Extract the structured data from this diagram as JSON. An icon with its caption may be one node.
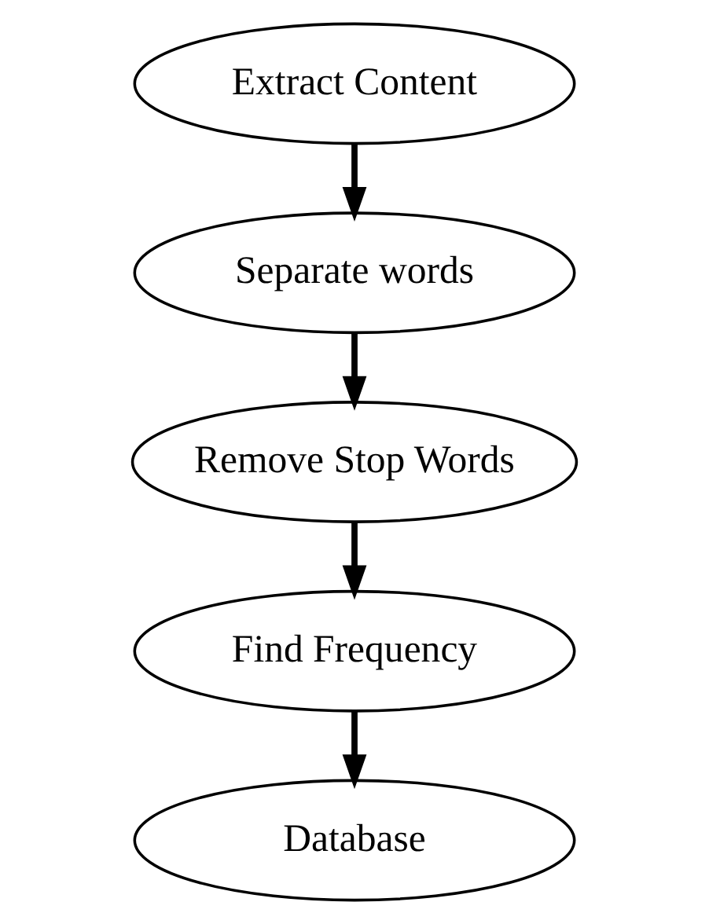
{
  "diagram": {
    "nodes": [
      {
        "text": [
          "Extract Content"
        ]
      },
      {
        "text": [
          "Separate words"
        ]
      },
      {
        "text": [
          "Remove Stop Words"
        ]
      },
      {
        "text": [
          "Find Frequency"
        ]
      },
      {
        "text": [
          "Database"
        ]
      }
    ],
    "edges": [
      {
        "from": 0,
        "to": 1,
        "arrow": "to"
      },
      {
        "from": 1,
        "to": 2,
        "arrow": "to"
      },
      {
        "from": 2,
        "to": 3,
        "arrow": "to"
      },
      {
        "from": 3,
        "to": 4,
        "arrow": "to"
      }
    ]
  }
}
